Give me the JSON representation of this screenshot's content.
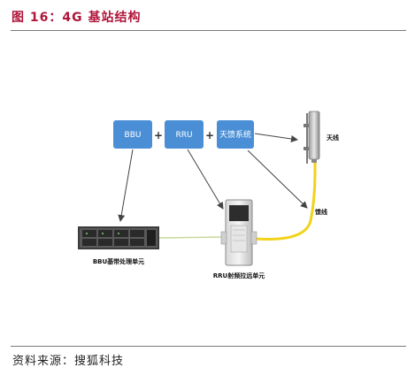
{
  "figure": {
    "title": "图 16：4G 基站结构",
    "source": "资料来源：搜狐科技"
  },
  "diagram": {
    "boxes": [
      {
        "id": "bbu",
        "label": "BBU"
      },
      {
        "id": "rru",
        "label": "RRU"
      },
      {
        "id": "feeder-system",
        "label": "天馈系统"
      }
    ],
    "plus_signs": [
      "+",
      "+"
    ],
    "labels": {
      "antenna": "天线",
      "feeder": "馈线",
      "bbu_unit": "BBU基带处理单元",
      "rru_unit": "RRU射频拉远单元"
    },
    "colors": {
      "box_fill": "#4a8fd6",
      "feeder_line": "#f2d21a",
      "link_line": "#c8d89a",
      "arrow": "#444444"
    }
  }
}
